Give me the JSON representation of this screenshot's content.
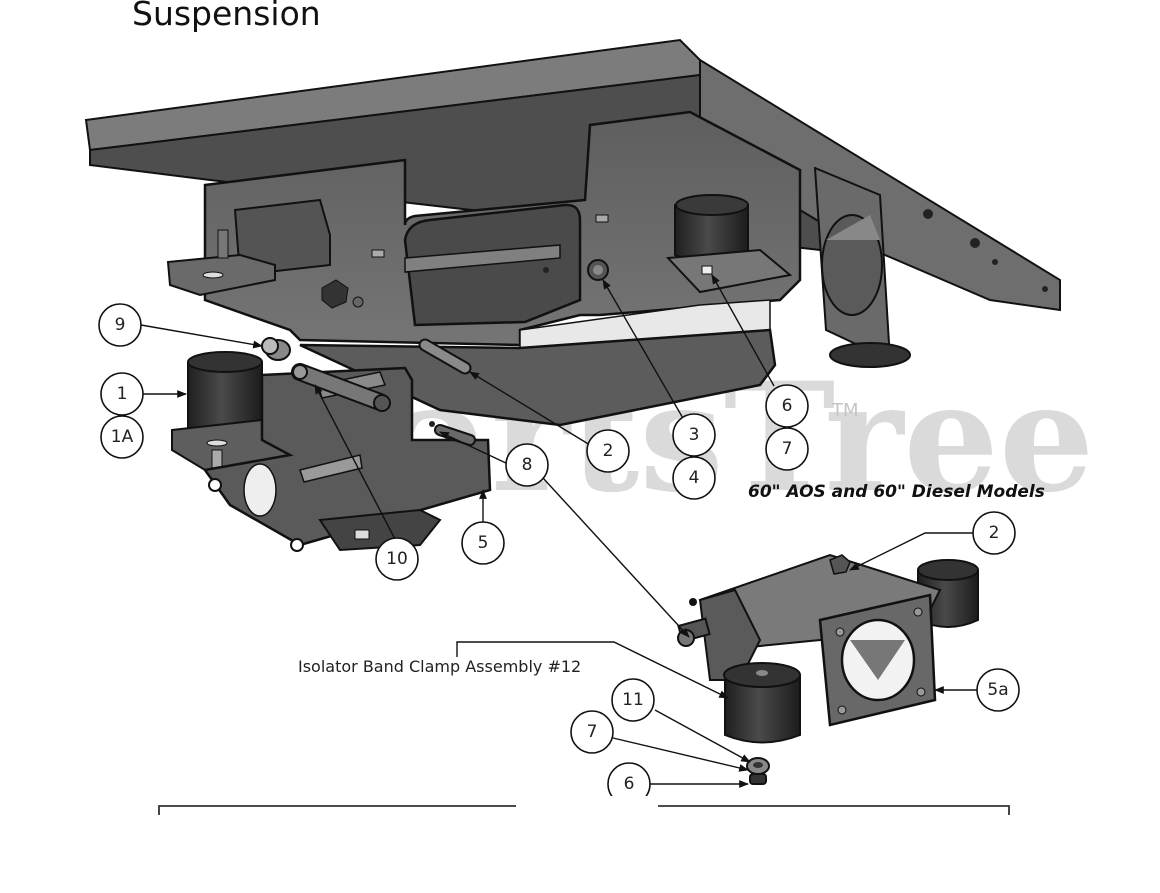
{
  "page": {
    "title": "Suspension",
    "watermark": "PartsTree",
    "watermark_tm": "TM",
    "model_caption": "60\" AOS and 60\" Diesel Models",
    "assembly_label": "Isolator Band Clamp Assembly #12"
  },
  "callouts": [
    {
      "id": "c9",
      "label": "9"
    },
    {
      "id": "c1",
      "label": "1"
    },
    {
      "id": "c1a",
      "label": "1A"
    },
    {
      "id": "c10",
      "label": "10"
    },
    {
      "id": "c5",
      "label": "5"
    },
    {
      "id": "c8",
      "label": "8"
    },
    {
      "id": "c2",
      "label": "2"
    },
    {
      "id": "c3",
      "label": "3"
    },
    {
      "id": "c4",
      "label": "4"
    },
    {
      "id": "c6",
      "label": "6"
    },
    {
      "id": "c7",
      "label": "7"
    },
    {
      "id": "c2b",
      "label": "2"
    },
    {
      "id": "c5a",
      "label": "5a"
    },
    {
      "id": "c11",
      "label": "11"
    },
    {
      "id": "c7b",
      "label": "7"
    },
    {
      "id": "c6b",
      "label": "6"
    }
  ],
  "colors": {
    "metal_dark": "#4a4a4a",
    "metal_mid": "#6b6b6b",
    "metal_light": "#8a8a8a",
    "rubber": "#2e2e2e",
    "outline": "#111111"
  }
}
